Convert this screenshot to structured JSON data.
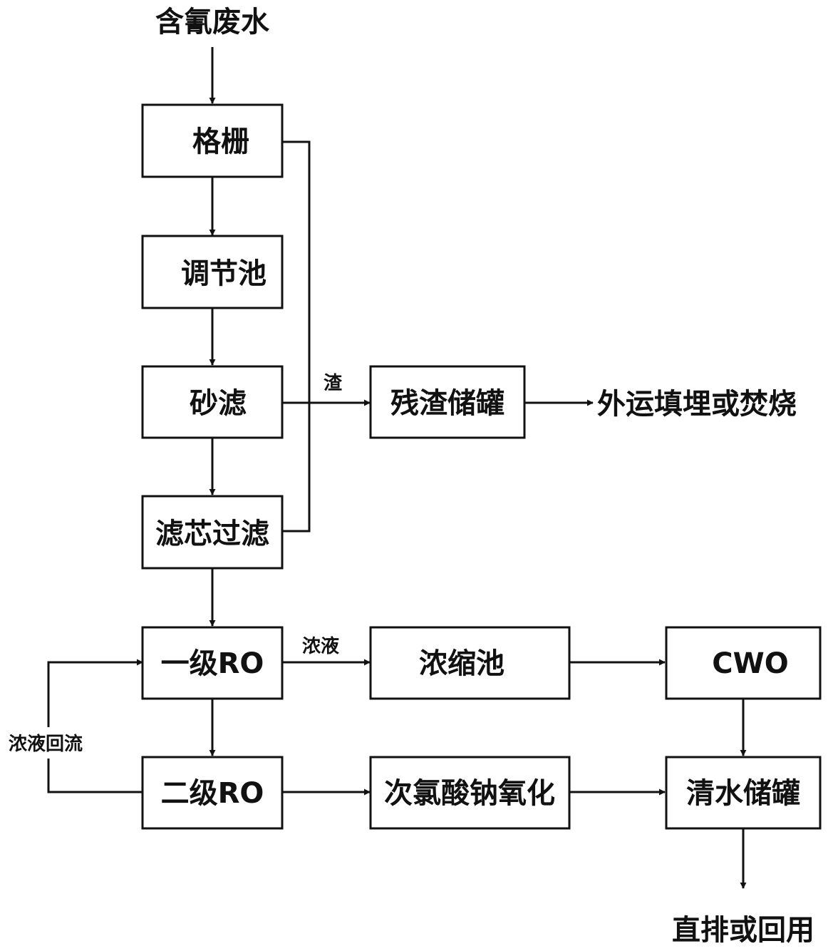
{
  "input_label": "含氰废水",
  "boxes": {
    "grille": "格栅",
    "equalization": "调节池",
    "sand_filter": "砂滤",
    "cartridge_filter": "滤芯过滤",
    "residue_tank": "残渣储罐",
    "ro1": "一级RO",
    "concentrate_pool": "浓缩池",
    "cwo": "CWO",
    "ro2": "二级RO",
    "hypochlorite": "次氯酸钠氧化",
    "clear_tank": "清水储罐"
  },
  "edge_labels": {
    "residue": "渣",
    "concentrate": "浓液",
    "reflux": "浓液回流"
  },
  "outputs": {
    "offsite": "外运填埋或焚烧",
    "final": "直排或回用"
  },
  "colors": {
    "stroke": "#111111",
    "background": "#ffffff"
  }
}
